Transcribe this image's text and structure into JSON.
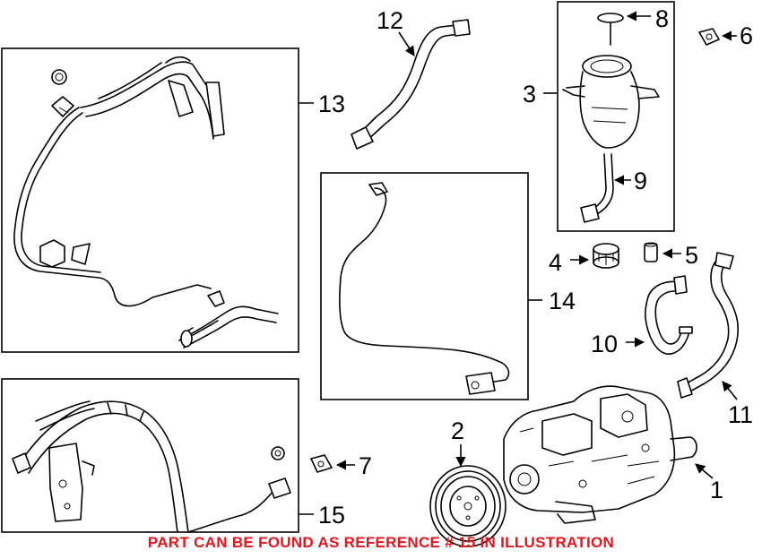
{
  "callouts": {
    "c1": "1",
    "c2": "2",
    "c3": "3",
    "c4": "4",
    "c5": "5",
    "c6": "6",
    "c7": "7",
    "c8": "8",
    "c9": "9",
    "c10": "10",
    "c11": "11",
    "c12": "12",
    "c13": "13",
    "c14": "14",
    "c15": "15"
  },
  "footer_note": "PART CAN BE FOUND AS REFERENCE # 15 IN ILLUSTRATION",
  "colors": {
    "note": "#e8141c",
    "line": "#000000"
  }
}
